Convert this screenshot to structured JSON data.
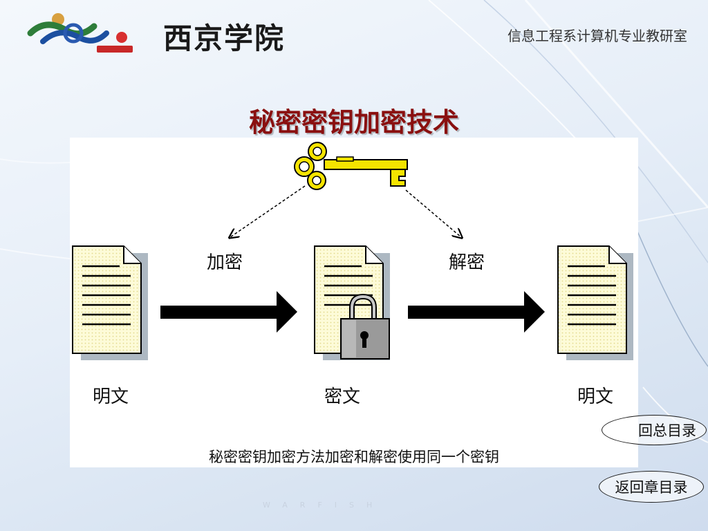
{
  "header": {
    "school_name": "西京学院",
    "department": "信息工程系计算机专业教研室"
  },
  "slide": {
    "title": "秘密密钥加密技术"
  },
  "diagram": {
    "encrypt_label": "加密",
    "decrypt_label": "解密",
    "plaintext_left_label": "明文",
    "ciphertext_label": "密文",
    "plaintext_right_label": "明文",
    "caption": "秘密密钥加密方法加密和解密使用同一个密钥",
    "colors": {
      "key": "#f5e400",
      "doc_bg": "#fdfbd8",
      "arrow": "#000000",
      "lock": "#9a9a9a"
    }
  },
  "nav": {
    "back_to_main_menu": "回总目录",
    "back_to_chapter_menu": "返回章目录"
  },
  "footer": {
    "watermark": "WARFISH"
  }
}
